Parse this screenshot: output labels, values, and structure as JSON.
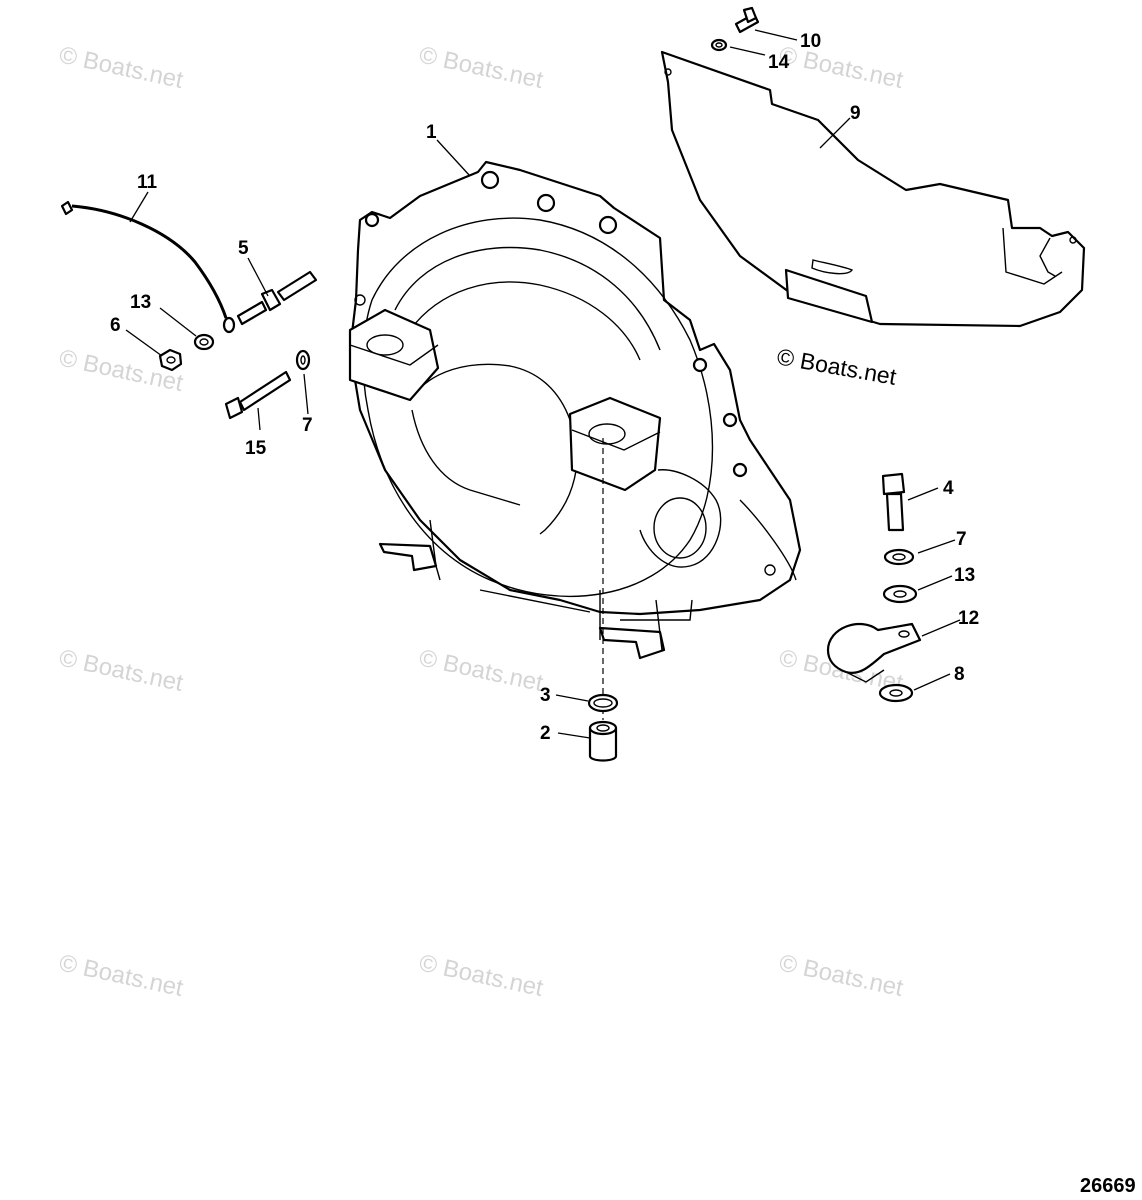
{
  "watermark": {
    "text": "Boats.net",
    "symbol": "©",
    "color": "#d4d4d4"
  },
  "copyright": {
    "symbol": "©",
    "text": "Boats.net"
  },
  "figure_id": "26669",
  "callouts": [
    {
      "id": "c1",
      "label": "1"
    },
    {
      "id": "c2",
      "label": "2"
    },
    {
      "id": "c3",
      "label": "3"
    },
    {
      "id": "c4",
      "label": "4"
    },
    {
      "id": "c5",
      "label": "5"
    },
    {
      "id": "c6",
      "label": "6"
    },
    {
      "id": "c7a",
      "label": "7"
    },
    {
      "id": "c7b",
      "label": "7"
    },
    {
      "id": "c8",
      "label": "8"
    },
    {
      "id": "c9",
      "label": "9"
    },
    {
      "id": "c10",
      "label": "10"
    },
    {
      "id": "c11",
      "label": "11"
    },
    {
      "id": "c12",
      "label": "12"
    },
    {
      "id": "c13a",
      "label": "13"
    },
    {
      "id": "c13b",
      "label": "13"
    },
    {
      "id": "c14",
      "label": "14"
    },
    {
      "id": "c15",
      "label": "15"
    }
  ]
}
